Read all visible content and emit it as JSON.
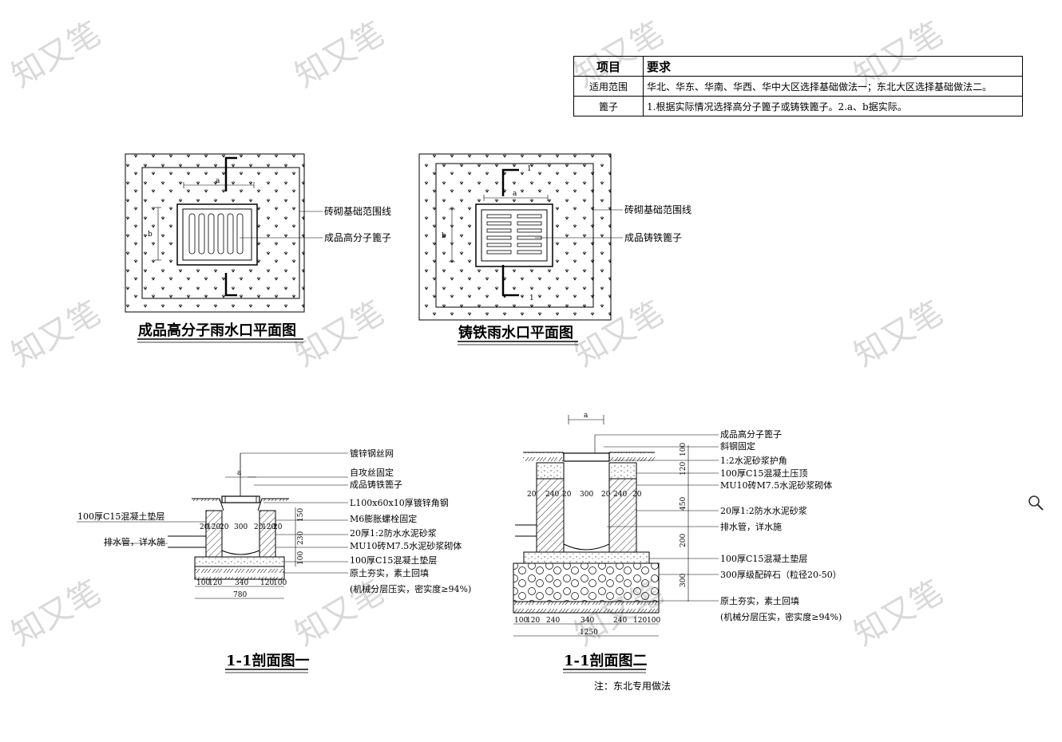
{
  "watermark": "知又笔",
  "table": {
    "head": [
      "项目",
      "要求"
    ],
    "rows": [
      [
        "适用范围",
        "华北、华东、华南、华西、华中大区选择基础做法一；东北大区选择基础做法二。"
      ],
      [
        "篦子",
        "1.根据实际情况选择高分子篦子或铸铁篦子。2.a、b据实际。"
      ]
    ]
  },
  "plan1": {
    "title": "成品高分子雨水口平面图",
    "label_boundary": "砖砌基础范围线",
    "label_grate": "成品高分子篦子",
    "dim_a": "a",
    "dim_b": "b"
  },
  "plan2": {
    "title": "铸铁雨水口平面图",
    "label_boundary": "砖砌基础范围线",
    "label_grate": "成品铸铁篦子",
    "dim_a": "a",
    "dim_b": "b",
    "sec_mark_top": "1",
    "sec_mark_bottom": "1"
  },
  "section1": {
    "title": "1-1剖面图一",
    "labels_right": [
      "镀锌钢丝网",
      "自攻丝固定",
      "成品铸铁篦子",
      "L100x60x10厚镀锌角钢",
      "M6膨胀螺栓固定",
      "20厚1:2防水水泥砂浆",
      "MU10砖M7.5水泥砂浆砌体",
      "100厚C15混凝土垫层",
      "原土夯实，素土回填",
      "(机械分层压实，密实度≥94%)"
    ],
    "labels_left": [
      "100厚C15混凝土垫层",
      "排水管，详水施"
    ],
    "dim_a": "a",
    "dims_top": [
      "20",
      "120",
      "20",
      "300",
      "20",
      "120",
      "20"
    ],
    "dims_bottom": [
      "100",
      "120",
      "340",
      "120",
      "100"
    ],
    "dim_total": "780",
    "dims_vert": [
      "150",
      "230",
      "100"
    ]
  },
  "section2": {
    "title": "1-1剖面图二",
    "note": "注：东北专用做法",
    "labels_right": [
      "成品高分子篦子",
      "斜钢固定",
      "1:2水泥砂浆护角",
      "100厚C15混凝土压顶",
      "MU10砖M7.5水泥砂浆砌体",
      "20厚1:2防水水泥砂浆",
      "排水管，详水施",
      "100厚C15混凝土垫层",
      "300厚级配碎石（粒径20-50）",
      "原土夯实，素土回填",
      "(机械分层压实，密实度≥94%)"
    ],
    "dim_a": "a",
    "dims_top": [
      "20",
      "240",
      "20",
      "300",
      "20",
      "240",
      "20"
    ],
    "dims_bottom": [
      "100",
      "120",
      "240",
      "340",
      "240",
      "120",
      "100"
    ],
    "dim_total": "1250",
    "dims_vert": [
      "100",
      "120",
      "450",
      "200",
      "300"
    ]
  }
}
